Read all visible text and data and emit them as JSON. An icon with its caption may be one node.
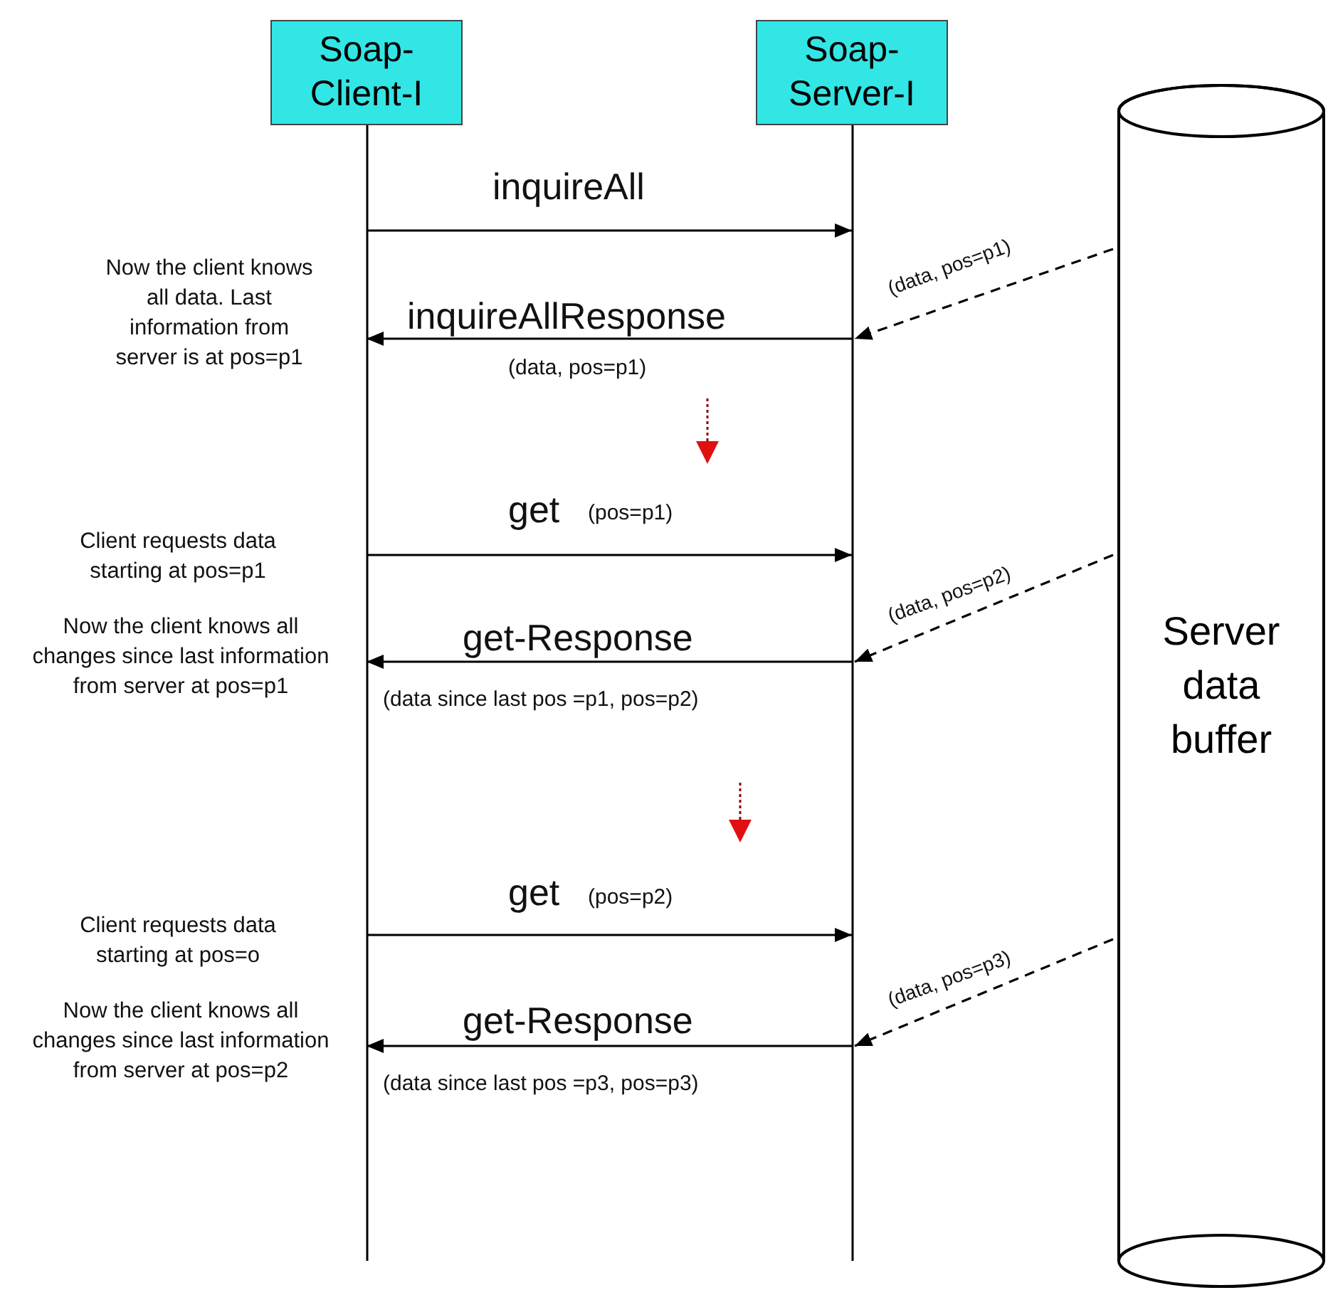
{
  "diagram": {
    "nodes": [
      {
        "text": [
          "Soap-Client-I"
        ]
      },
      {
        "text": [
          "Soap-Server-I"
        ]
      },
      {
        "text": [
          "Server data buffer"
        ]
      }
    ],
    "edges": [
      {
        "from": 0,
        "to": 1,
        "arrow": "to",
        "label": "inquireAll"
      },
      {
        "from": 2,
        "to": 1,
        "arrow": "to",
        "label": "(data, pos=p1)",
        "style": "dashed"
      },
      {
        "from": 1,
        "to": 0,
        "arrow": "to",
        "label": "inquireAllResponse"
      },
      {
        "from": 0,
        "to": 1,
        "arrow": "to",
        "label": "get"
      },
      {
        "from": 2,
        "to": 1,
        "arrow": "to",
        "label": "(data, pos=p2)",
        "style": "dashed"
      },
      {
        "from": 1,
        "to": 0,
        "arrow": "to",
        "label": "get-Response"
      },
      {
        "from": 0,
        "to": 1,
        "arrow": "to",
        "label": "get"
      },
      {
        "from": 2,
        "to": 1,
        "arrow": "to",
        "label": "(data, pos=p3)",
        "style": "dashed"
      },
      {
        "from": 1,
        "to": 0,
        "arrow": "to",
        "label": "get-Response"
      }
    ],
    "labels": [
      "Now the client knows all data. Last information from server is at pos=p1",
      "(data, pos=p1)",
      "(pos=p1)",
      "Client requests data starting at pos=p1",
      "Now the client knows all changes since last information from server at pos=p1",
      "(data since last pos =p1, pos=p2)",
      "(pos=p2)",
      "Client requests data starting at pos=o",
      "Now the client knows all changes since last information from server at pos=p2",
      "(data since last pos =p3, pos=p3)"
    ]
  }
}
